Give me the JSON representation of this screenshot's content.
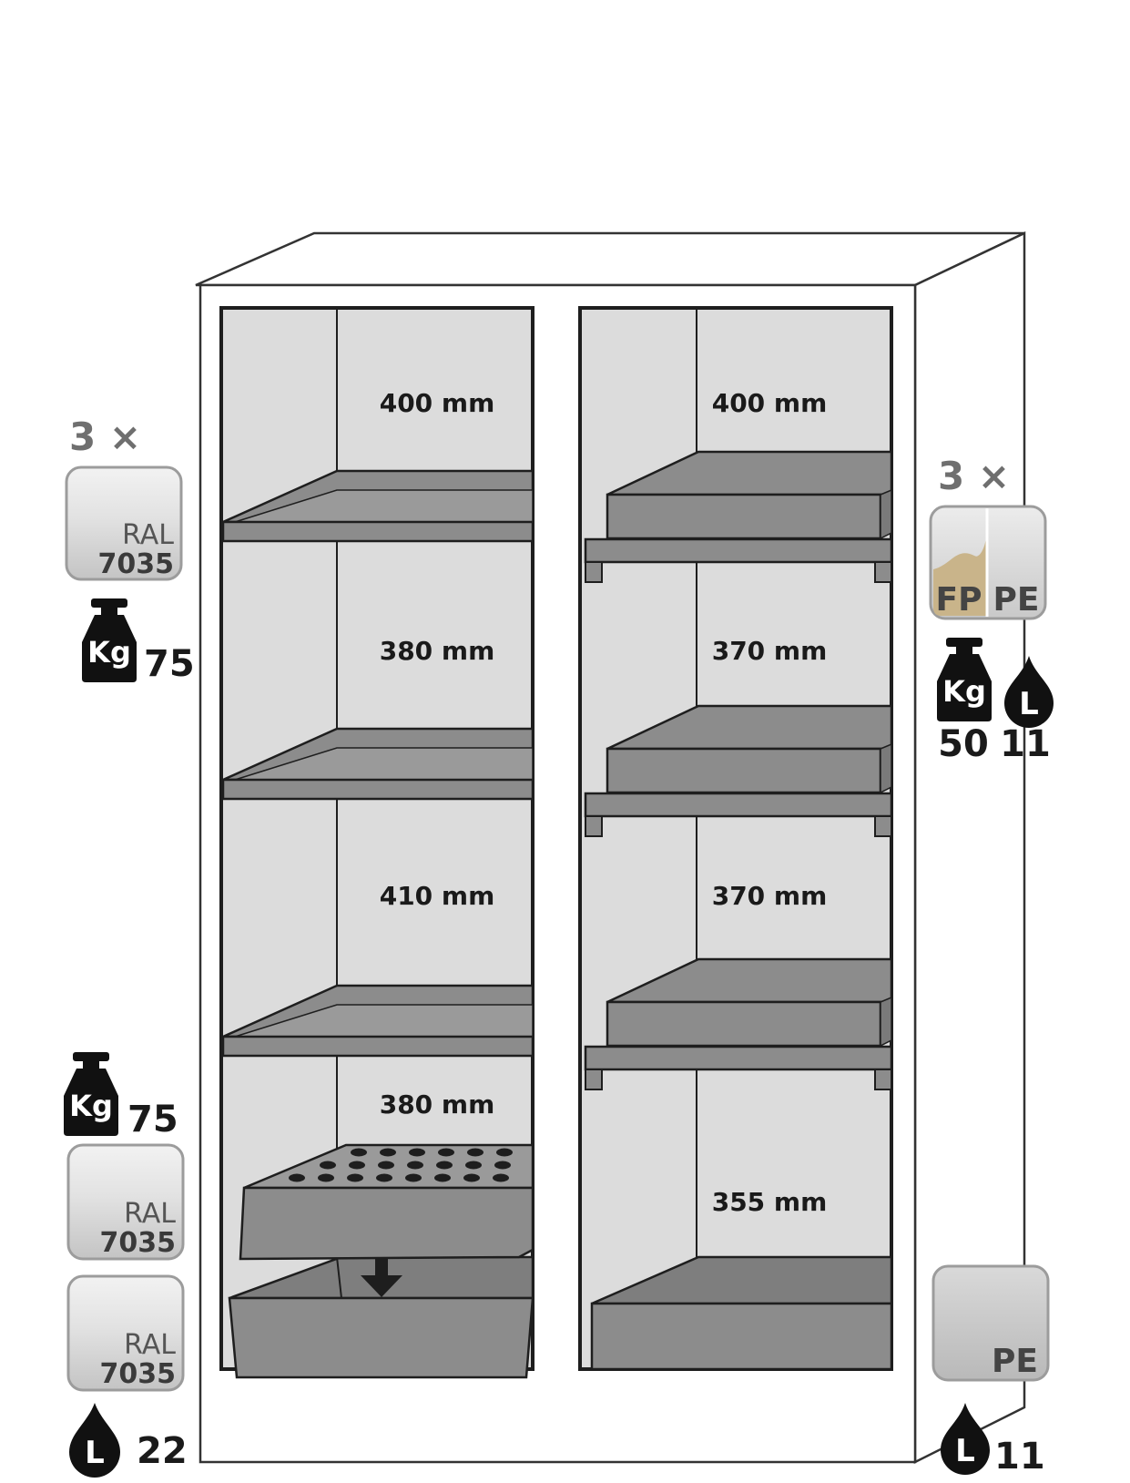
{
  "left_column": {
    "dimensions": [
      "400 mm",
      "380 mm",
      "410 mm",
      "380 mm"
    ]
  },
  "right_column": {
    "dimensions": [
      "400 mm",
      "370 mm",
      "370 mm",
      "355 mm"
    ]
  },
  "left_badges": {
    "quantity": "3 ×",
    "shelf_material": {
      "line1": "RAL",
      "line2": "7035"
    },
    "shelf_load": {
      "unit": "Kg",
      "value": "75"
    },
    "insert_load": {
      "unit": "Kg",
      "value": "75"
    },
    "insert_material": {
      "line1": "RAL",
      "line2": "7035"
    },
    "sump_material": {
      "line1": "RAL",
      "line2": "7035"
    },
    "sump_volume": {
      "unit": "L",
      "value": "22"
    }
  },
  "right_badges": {
    "quantity": "3 ×",
    "tray_material": {
      "left": "FP",
      "right": "PE"
    },
    "tray_load": {
      "unit": "Kg",
      "value": "50"
    },
    "tray_volume": {
      "unit": "L",
      "value": "11"
    },
    "sump_material": "PE",
    "sump_volume": {
      "unit": "L",
      "value": "11"
    }
  },
  "colors": {
    "interior": "#dcdcdc",
    "shelf": "#8c8c8c",
    "outline": "#1e1e1e",
    "badge_grey": "#cfcfcf",
    "fp_tan": "#c9b48a"
  }
}
